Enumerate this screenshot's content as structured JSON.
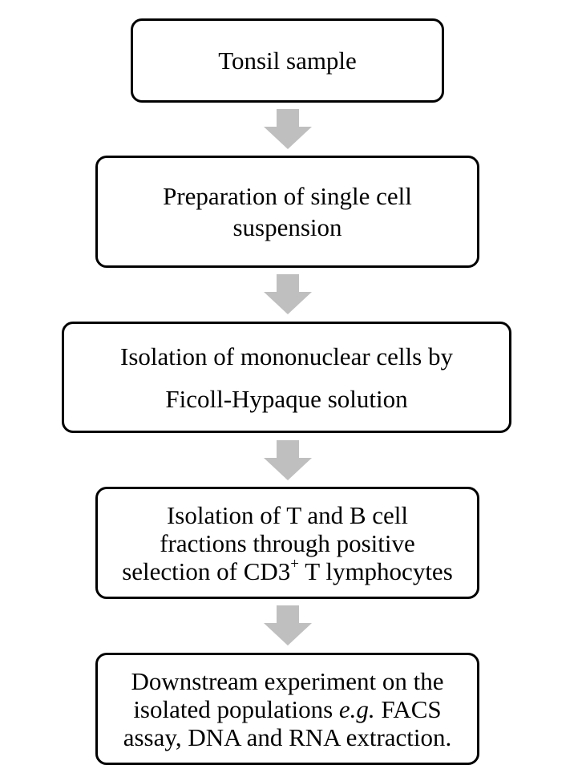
{
  "colors": {
    "box_border": "#000000",
    "arrow_fill": "#bfbfbf",
    "background": "#ffffff"
  },
  "steps": [
    {
      "lines": [
        "Tonsil sample"
      ]
    },
    {
      "lines": [
        "Preparation of single cell",
        "suspension"
      ]
    },
    {
      "lines": [
        "Isolation of mononuclear cells by",
        "Ficoll-Hypaque solution"
      ]
    },
    {
      "lines": [
        "Isolation of T and B cell",
        "fractions through positive"
      ],
      "line3_before": "selection of CD3",
      "line3_sup": "+",
      "line3_after": " T lymphocytes"
    },
    {
      "line1": "Downstream experiment on the",
      "line2_before": "isolated populations ",
      "line2_em": "e.g.",
      "line2_after": " FACS",
      "line3": "assay, DNA and RNA extraction."
    }
  ],
  "arrows": [
    "down-arrow-icon",
    "down-arrow-icon",
    "down-arrow-icon",
    "down-arrow-icon"
  ]
}
